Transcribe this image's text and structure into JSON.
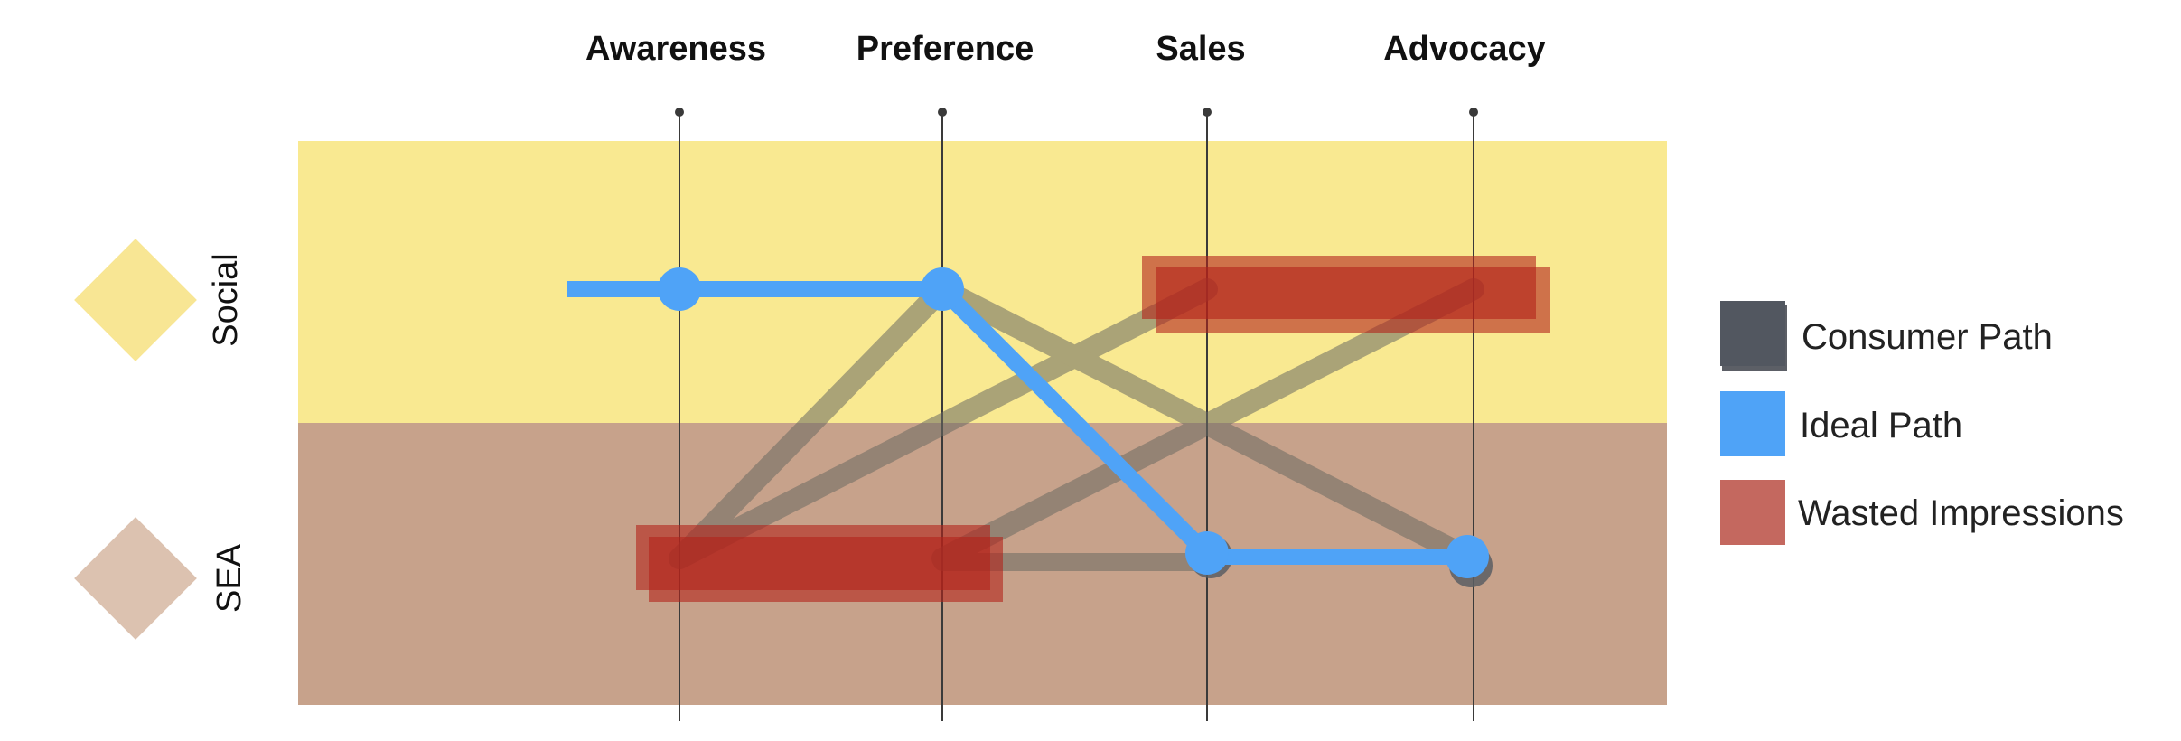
{
  "stages": [
    "Awareness",
    "Preference",
    "Sales",
    "Advocacy"
  ],
  "lanes": [
    {
      "id": "social",
      "label": "Social",
      "band_color": "#f9e991",
      "marker_color": "#f8e694"
    },
    {
      "id": "sea",
      "label": "SEA",
      "band_color": "#c7a28b",
      "marker_color": "#dcc2b0"
    }
  ],
  "legend": [
    {
      "id": "consumer",
      "label": "Consumer Path",
      "color": "#525760"
    },
    {
      "id": "ideal",
      "label": "Ideal Path",
      "color": "#4fa3f7"
    },
    {
      "id": "wasted",
      "label": "Wasted Impressions",
      "color": "#c4685f"
    }
  ],
  "paths": {
    "consumer": [
      {
        "from": {
          "stage": "Awareness",
          "lane": "SEA"
        },
        "to": {
          "stage": "Preference",
          "lane": "Social"
        }
      },
      {
        "from": {
          "stage": "Awareness",
          "lane": "SEA"
        },
        "to": {
          "stage": "Sales",
          "lane": "Social"
        }
      },
      {
        "from": {
          "stage": "Preference",
          "lane": "Social"
        },
        "to": {
          "stage": "Advocacy",
          "lane": "SEA"
        }
      },
      {
        "from": {
          "stage": "Preference",
          "lane": "SEA"
        },
        "to": {
          "stage": "Advocacy",
          "lane": "Social"
        }
      },
      {
        "from": {
          "stage": "Preference",
          "lane": "SEA"
        },
        "to": {
          "stage": "Sales",
          "lane": "SEA"
        }
      }
    ],
    "ideal": [
      {
        "stage": "Awareness",
        "lane": "Social"
      },
      {
        "stage": "Preference",
        "lane": "Social"
      },
      {
        "stage": "Sales",
        "lane": "SEA"
      },
      {
        "stage": "Advocacy",
        "lane": "SEA"
      }
    ],
    "wasted": [
      {
        "lane": "Social",
        "from_stage": "Sales",
        "to_stage": "Advocacy"
      },
      {
        "lane": "SEA",
        "from_stage": "Awareness",
        "to_stage": "Preference"
      }
    ]
  },
  "colors": {
    "consumer_line": "#6b6a62",
    "ideal_line": "#4fa3f7",
    "wasted_fill": "#b2231a",
    "stage_line": "#3a3a3a"
  }
}
